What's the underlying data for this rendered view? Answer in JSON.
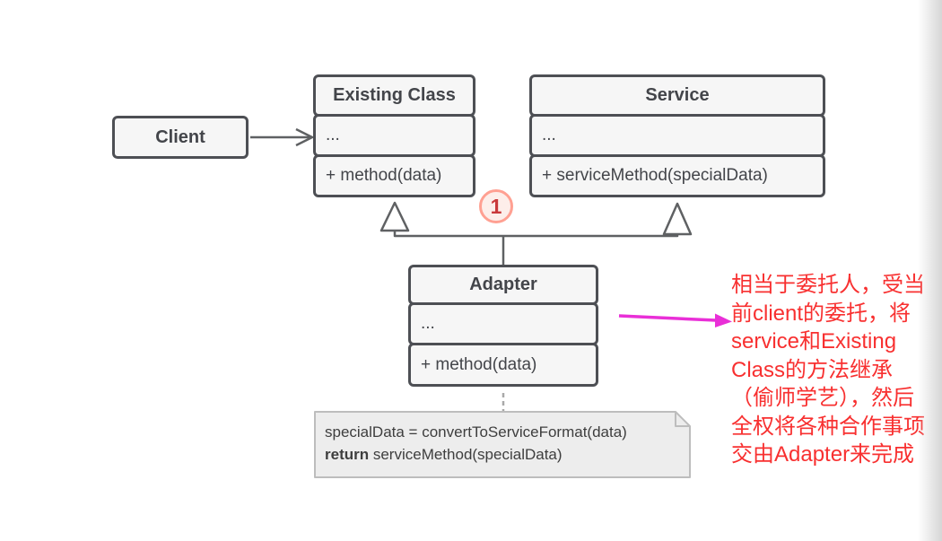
{
  "diagram": {
    "client": {
      "title": "Client"
    },
    "existing_class": {
      "title": "Existing Class",
      "rows": [
        "...",
        "+ method(data)"
      ]
    },
    "service": {
      "title": "Service",
      "rows": [
        "...",
        "+ serviceMethod(specialData)"
      ]
    },
    "adapter": {
      "title": "Adapter",
      "rows": [
        "...",
        "+ method(data)"
      ]
    },
    "badge": {
      "label": "1"
    },
    "note": {
      "line1": "specialData = convertToServiceFormat(data)",
      "line2_keyword": "return",
      "line2_rest": " serviceMethod(specialData)"
    }
  },
  "annotation": {
    "lines": [
      "相当于委托人，受当",
      "前client的委托，将",
      "service和Existing",
      "Class的方法继承",
      "（偷师学艺），然后",
      "全权将各种合作事项",
      "交由Adapter来完成"
    ]
  },
  "colors": {
    "box_border": "#4d4f54",
    "box_fill": "#f6f6f6",
    "box_text": "#43454a",
    "connector_gray": "#5f6163",
    "badge_border": "#ffa092",
    "badge_fill": "#fdeeea",
    "badge_text": "#c9393b",
    "note_fill": "#ededed",
    "note_border": "#bdbdbd",
    "note_text": "#3e3e3e",
    "annotation_red": "#f83030",
    "arrow_magenta": "#e92fd7"
  }
}
